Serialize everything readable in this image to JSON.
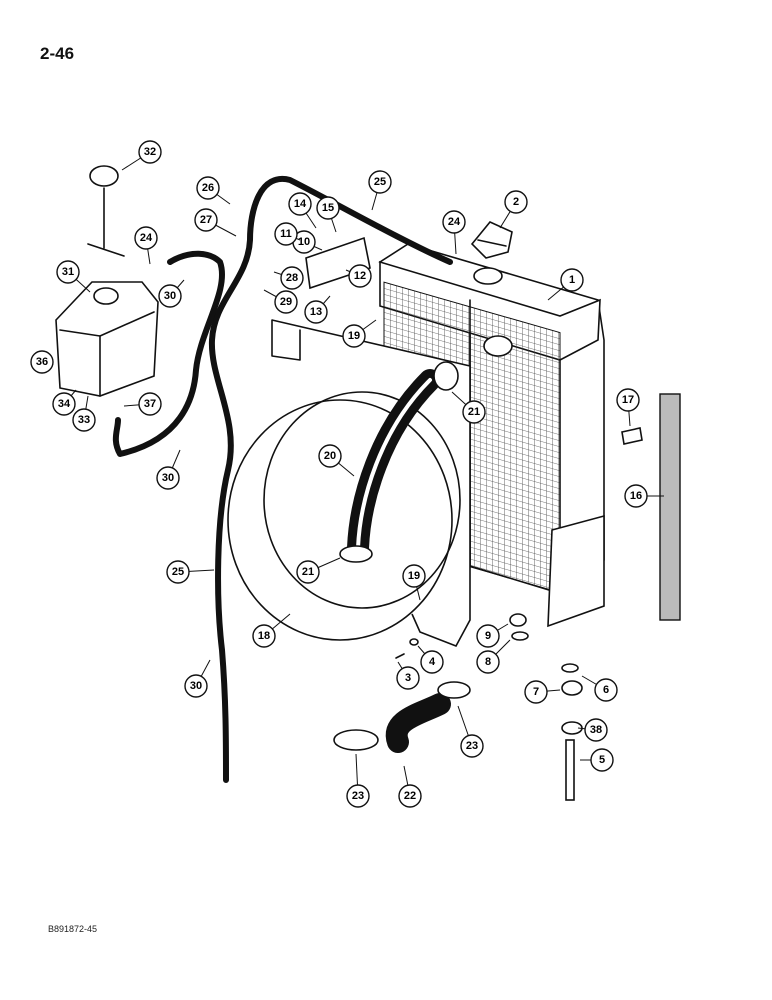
{
  "header": {
    "page_number": "2-46"
  },
  "footer": {
    "reference_code": "B891872-45"
  },
  "callouts": [
    "1",
    "2",
    "3",
    "4",
    "5",
    "6",
    "7",
    "8",
    "9",
    "10",
    "11",
    "12",
    "13",
    "14",
    "15",
    "16",
    "17",
    "18",
    "19",
    "19",
    "20",
    "21",
    "21",
    "22",
    "23",
    "23",
    "24",
    "24",
    "25",
    "25",
    "26",
    "27",
    "28",
    "29",
    "30",
    "30",
    "30",
    "31",
    "32",
    "33",
    "34",
    "36",
    "37",
    "38"
  ]
}
